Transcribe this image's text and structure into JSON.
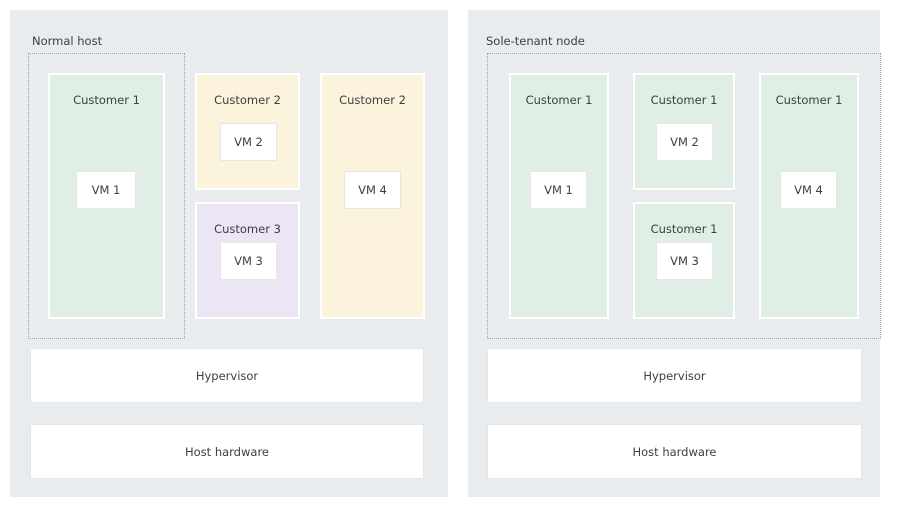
{
  "panels": [
    {
      "id": "normal-host",
      "title": "Normal host",
      "customers": [
        {
          "label": "Customer 1",
          "color": "green",
          "vm": "VM 1"
        },
        {
          "label": "Customer 2",
          "color": "yellow",
          "vm": "VM 2"
        },
        {
          "label": "Customer 3",
          "color": "purple",
          "vm": "VM 3"
        },
        {
          "label": "Customer 2",
          "color": "yellow",
          "vm": "VM 4"
        }
      ],
      "hypervisor": "Hypervisor",
      "hardware": "Host hardware"
    },
    {
      "id": "sole-tenant-node",
      "title": "Sole-tenant node",
      "customers": [
        {
          "label": "Customer 1",
          "color": "green",
          "vm": "VM 1"
        },
        {
          "label": "Customer 1",
          "color": "green",
          "vm": "VM 2"
        },
        {
          "label": "Customer 1",
          "color": "green",
          "vm": "VM 3"
        },
        {
          "label": "Customer 1",
          "color": "green",
          "vm": "VM 4"
        }
      ],
      "hypervisor": "Hypervisor",
      "hardware": "Host hardware"
    }
  ],
  "colors": {
    "panel_background": "#e8ecef",
    "customer_green": "#dfefe5",
    "customer_yellow": "#fcf3dc",
    "customer_purple": "#ece5f5",
    "vm_box": "#ffffff",
    "boundary_dotted": "#9aa0a6",
    "text": "#3c4043"
  }
}
